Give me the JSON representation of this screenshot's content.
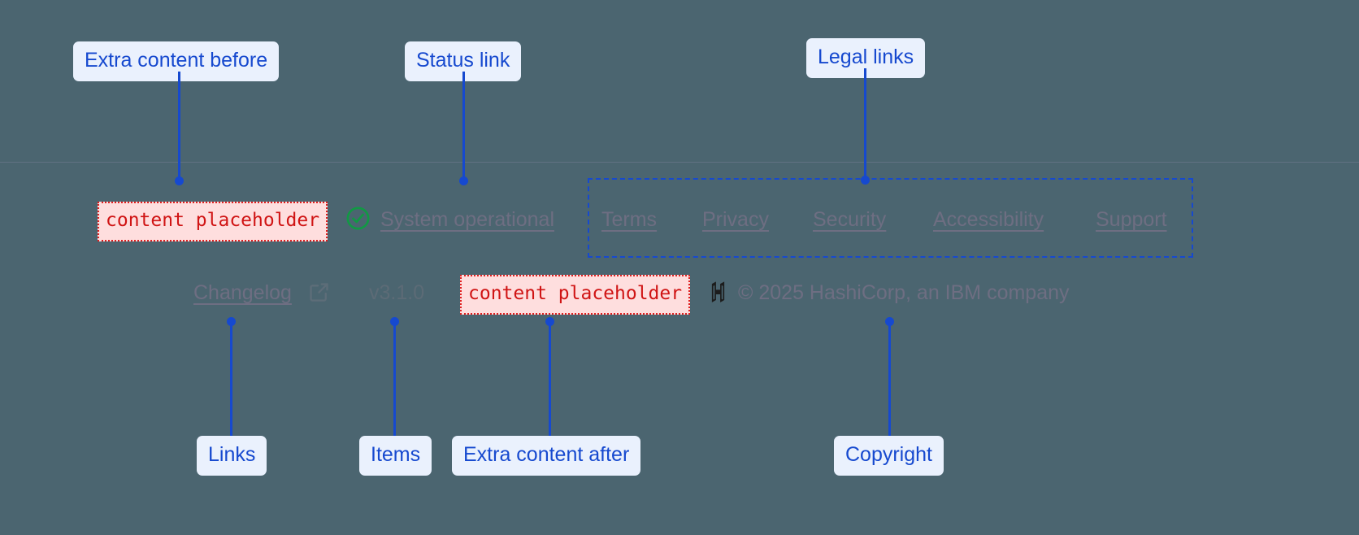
{
  "page": {
    "background_color": "#4b6570",
    "divider_color": "#8c8ca5"
  },
  "callouts": {
    "extra_content_before": "Extra content before",
    "status_link": "Status link",
    "legal_links": "Legal links",
    "links": "Links",
    "items": "Items",
    "extra_content_after": "Extra content after",
    "copyright": "Copyright"
  },
  "footer": {
    "extra_before_slot": "content placeholder",
    "extra_after_slot": "content placeholder",
    "status": {
      "icon": "check-circle-icon",
      "label": "System operational",
      "icon_color": "#119944"
    },
    "legal_links": [
      {
        "label": "Terms"
      },
      {
        "label": "Privacy"
      },
      {
        "label": "Security"
      },
      {
        "label": "Accessibility"
      },
      {
        "label": "Support"
      }
    ],
    "links": [
      {
        "label": "Changelog",
        "icon": "external-link-icon"
      }
    ],
    "items": [
      {
        "label": "v3.1.0"
      }
    ],
    "brand": {
      "logo": "hashicorp-logo-icon",
      "copyright": "© 2025 HashiCorp, an IBM company"
    }
  },
  "colors": {
    "accent_blue": "#1649cf",
    "callout_bg": "#eaf1fd",
    "placeholder_bg": "#fedede",
    "placeholder_border": "#e02020",
    "placeholder_text": "#d01414",
    "link_text": "#6e6e82",
    "plain_text": "#5c6b76"
  }
}
